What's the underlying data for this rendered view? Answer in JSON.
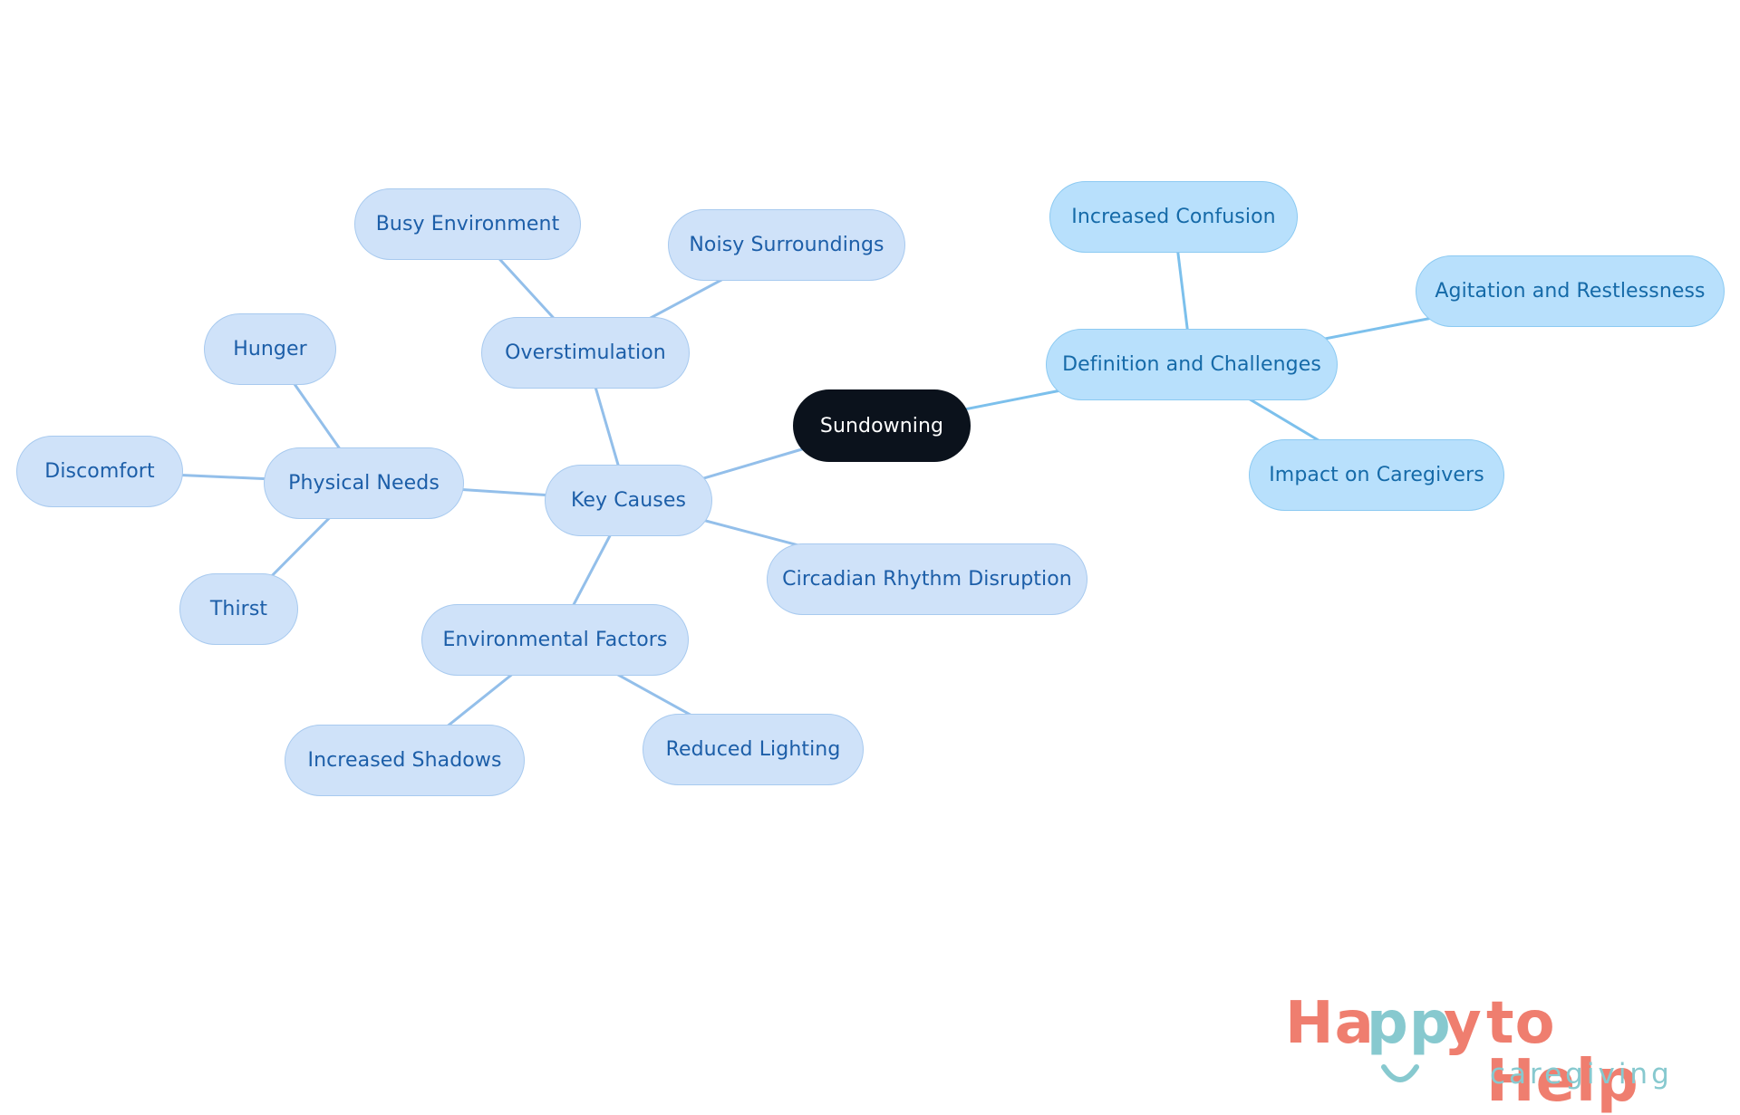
{
  "diagram": {
    "root": "Sundowning",
    "nodes": {
      "definition": "Definition and Challenges",
      "increased_confusion": "Increased Confusion",
      "agitation": "Agitation and Restlessness",
      "impact": "Impact on Caregivers",
      "key_causes": "Key Causes",
      "circadian": "Circadian Rhythm Disruption",
      "overstimulation": "Overstimulation",
      "busy_environment": "Busy Environment",
      "noisy_surroundings": "Noisy Surroundings",
      "physical_needs": "Physical Needs",
      "hunger": "Hunger",
      "discomfort": "Discomfort",
      "thirst": "Thirst",
      "environmental_factors": "Environmental Factors",
      "increased_shadows": "Increased Shadows",
      "reduced_lighting": "Reduced Lighting"
    },
    "edges": [
      [
        "root",
        "definition"
      ],
      [
        "definition",
        "increased_confusion"
      ],
      [
        "definition",
        "agitation"
      ],
      [
        "definition",
        "impact"
      ],
      [
        "root",
        "key_causes"
      ],
      [
        "key_causes",
        "circadian"
      ],
      [
        "key_causes",
        "overstimulation"
      ],
      [
        "overstimulation",
        "busy_environment"
      ],
      [
        "overstimulation",
        "noisy_surroundings"
      ],
      [
        "key_causes",
        "physical_needs"
      ],
      [
        "physical_needs",
        "hunger"
      ],
      [
        "physical_needs",
        "discomfort"
      ],
      [
        "physical_needs",
        "thirst"
      ],
      [
        "key_causes",
        "environmental_factors"
      ],
      [
        "environmental_factors",
        "increased_shadows"
      ],
      [
        "environmental_factors",
        "reduced_lighting"
      ]
    ]
  },
  "logo": {
    "happy_ha": "Ha",
    "happy_pp": "pp",
    "happy_y": "y",
    "to_help": "to Help",
    "subtitle": "caregiving",
    "colors": {
      "coral": "#ef7e6f",
      "teal": "#87c9cf"
    }
  },
  "colors": {
    "root_fill": "#0b121c",
    "left_node_fill": "#cfe2f9",
    "right_node_fill": "#b8e0fc",
    "left_text": "#1c5ea8",
    "right_text": "#156aa8",
    "left_edge": "#93bfea",
    "right_edge": "#7cc0ec"
  }
}
